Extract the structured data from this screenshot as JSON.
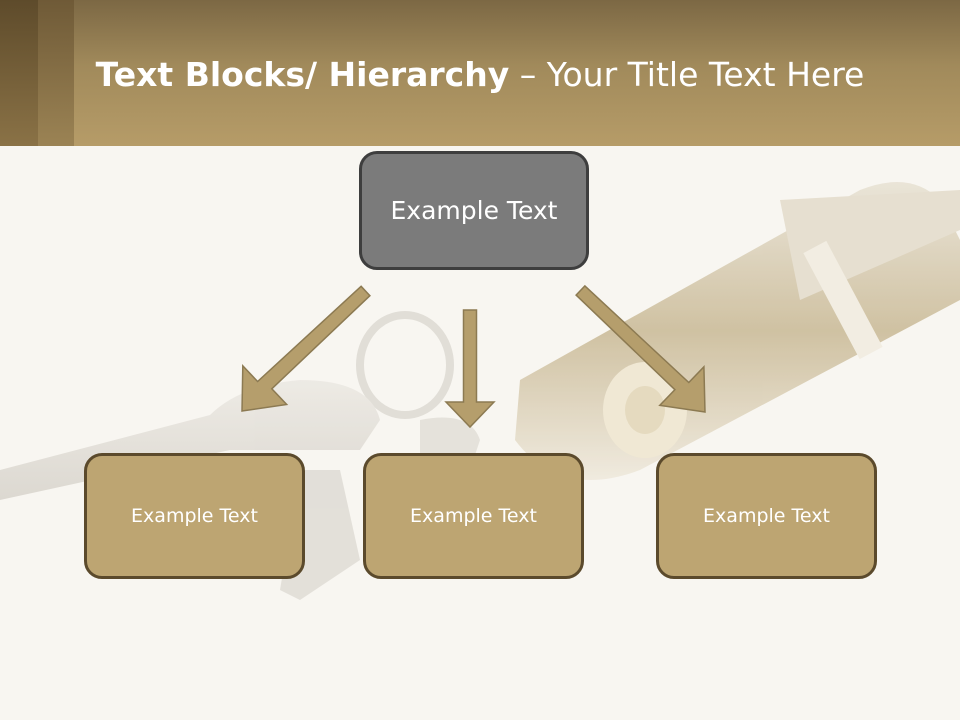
{
  "slide": {
    "title_bold": "Text Blocks/ Hierarchy",
    "title_rest": " – Your Title Text Here"
  },
  "diagram": {
    "top_node": "Example Text",
    "children": [
      "Example Text",
      "Example Text",
      "Example Text"
    ]
  },
  "colors": {
    "header": "#b69c68",
    "top_box": "#7b7b7b",
    "child_box": "#bda572",
    "arrow": "#b59e6c"
  }
}
